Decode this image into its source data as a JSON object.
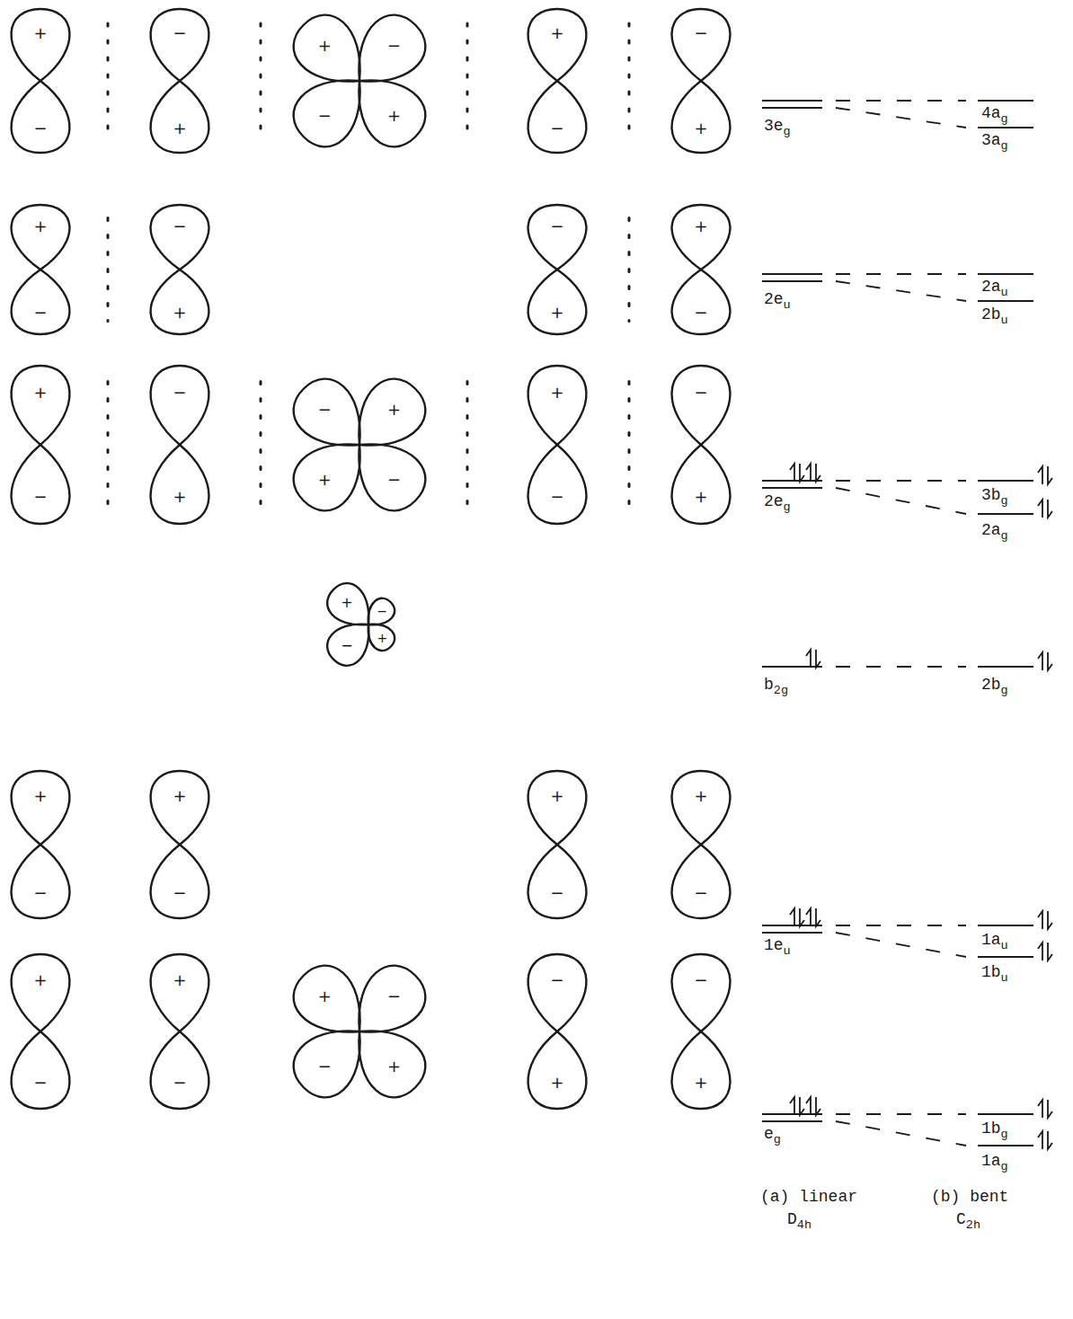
{
  "diagram": {
    "labels": [
      "+",
      "−",
      "−",
      "+",
      "+",
      "−",
      "−",
      "+",
      "+",
      "−",
      "−",
      "+",
      "+",
      "−",
      "−",
      "+",
      "−",
      "+",
      "+",
      "−",
      "+",
      "−",
      "−",
      "+",
      "−",
      "+",
      "+",
      "−",
      "+",
      "−",
      "−",
      "+",
      "+",
      "−",
      "−",
      "+",
      "+",
      "−",
      "+",
      "−",
      "+",
      "−",
      "+",
      "−",
      "+",
      "−",
      "+",
      "−",
      "+",
      "−",
      "−",
      "+",
      "−",
      "+",
      "−",
      "+",
      "3eg",
      "4ag",
      "3ag",
      "2eu",
      "2au",
      "2bu",
      "2eg",
      "3bg",
      "2ag",
      "b2g",
      "2bg",
      "1eu",
      "1au",
      "1bu",
      "eg",
      "1bg",
      "1ag",
      "(a) linear",
      "D4h",
      "(b) bent",
      "C2h"
    ]
  }
}
